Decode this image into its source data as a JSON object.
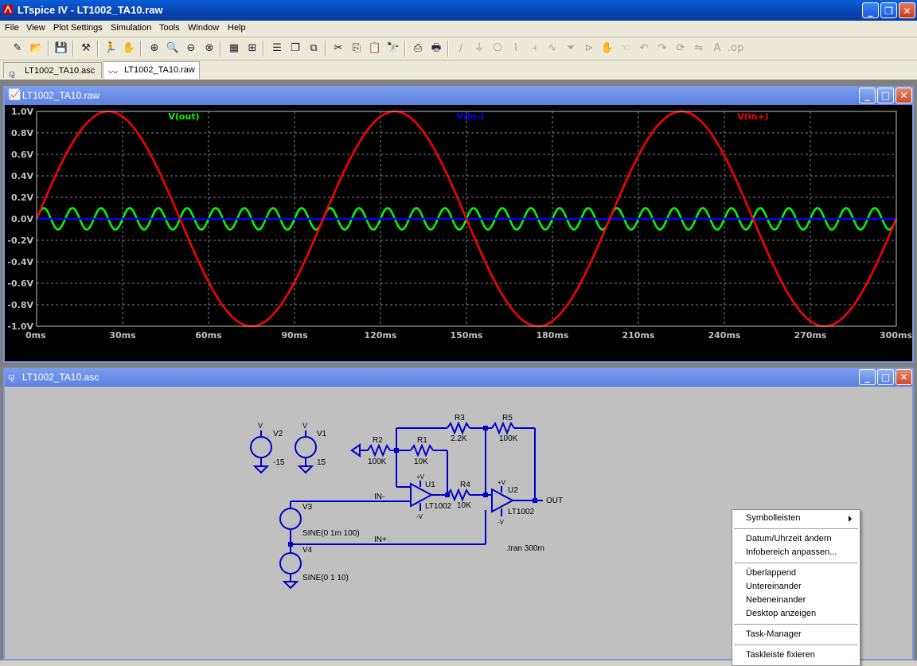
{
  "app": {
    "title": "LTspice IV - LT1002_TA10.raw",
    "min_btn": "_",
    "max_btn": "❐",
    "close_btn": "✕"
  },
  "menu": [
    "File",
    "View",
    "Plot Settings",
    "Simulation",
    "Tools",
    "Window",
    "Help"
  ],
  "tabs": [
    {
      "label": "LT1002_TA10.asc",
      "icon": "schematic-icon",
      "active": false
    },
    {
      "label": "LT1002_TA10.raw",
      "icon": "waveform-icon",
      "active": true
    }
  ],
  "plot_window": {
    "title": "LT1002_TA10.raw",
    "min_btn": "_",
    "max_btn": "□",
    "close_btn": "✕"
  },
  "schematic_window": {
    "title": "LT1002_TA10.asc",
    "min_btn": "_",
    "max_btn": "□",
    "close_btn": "✕"
  },
  "chart_data": {
    "type": "line",
    "background": "#000000",
    "grid": true,
    "xlim": [
      0,
      300
    ],
    "ylim": [
      -1.0,
      1.0
    ],
    "x_ticks": [
      "0ms",
      "30ms",
      "60ms",
      "90ms",
      "120ms",
      "150ms",
      "180ms",
      "210ms",
      "240ms",
      "270ms",
      "300ms"
    ],
    "y_ticks": [
      "1.0V",
      "0.8V",
      "0.6V",
      "0.4V",
      "0.2V",
      "0.0V",
      "-0.2V",
      "-0.4V",
      "-0.6V",
      "-0.8V",
      "-1.0V"
    ],
    "series": [
      {
        "name": "V(out)",
        "color": "#00ff00",
        "amplitude": 0.1,
        "frequency_hz": 100,
        "label_pos": "left"
      },
      {
        "name": "V(in-)",
        "color": "#0000ff",
        "amplitude": 0.001,
        "frequency_hz": 100,
        "label_pos": "center"
      },
      {
        "name": "V(in+)",
        "color": "#ff0000",
        "amplitude": 1.0,
        "frequency_hz": 10,
        "label_pos": "right"
      }
    ]
  },
  "schematic": {
    "parts": {
      "v2": "V2",
      "v2_val": "-15",
      "v1": "V1",
      "v1_val": "15",
      "v3": "V3",
      "v3_val": "SINE(0 1m 100)",
      "v4": "V4",
      "v4_val": "SINE(0 1 10)",
      "r1": "R1",
      "r1_val": "10K",
      "r2": "R2",
      "r2_val": "100K",
      "r3": "R3",
      "r3_val": "2.2K",
      "r4": "R4",
      "r4_val": "10K",
      "r5": "R5",
      "r5_val": "100K",
      "u1": "U1",
      "u1_val": "LT1002",
      "u2": "U2",
      "u2_val": "LT1002"
    },
    "nets": {
      "in_minus": "IN-",
      "in_plus": "IN+",
      "out": "OUT",
      "vplus": "+V",
      "vminus": "-V",
      "v": "V"
    },
    "directive": ".tran 300m"
  },
  "context_menu": {
    "items": [
      {
        "label": "Symbolleisten",
        "submenu": true
      },
      {
        "sep": true
      },
      {
        "label": "Datum/Uhrzeit ändern"
      },
      {
        "label": "Infobereich anpassen..."
      },
      {
        "sep": true
      },
      {
        "label": "Überlappend"
      },
      {
        "label": "Untereinander"
      },
      {
        "label": "Nebeneinander"
      },
      {
        "label": "Desktop anzeigen"
      },
      {
        "sep": true
      },
      {
        "label": "Task-Manager"
      },
      {
        "sep": true
      },
      {
        "label": "Taskleiste fixieren"
      }
    ]
  },
  "colors": {
    "schematic_wire": "#0000c8",
    "schematic_bg": "#c0c0c0",
    "plot_axis_text": "#c0c0c0"
  }
}
